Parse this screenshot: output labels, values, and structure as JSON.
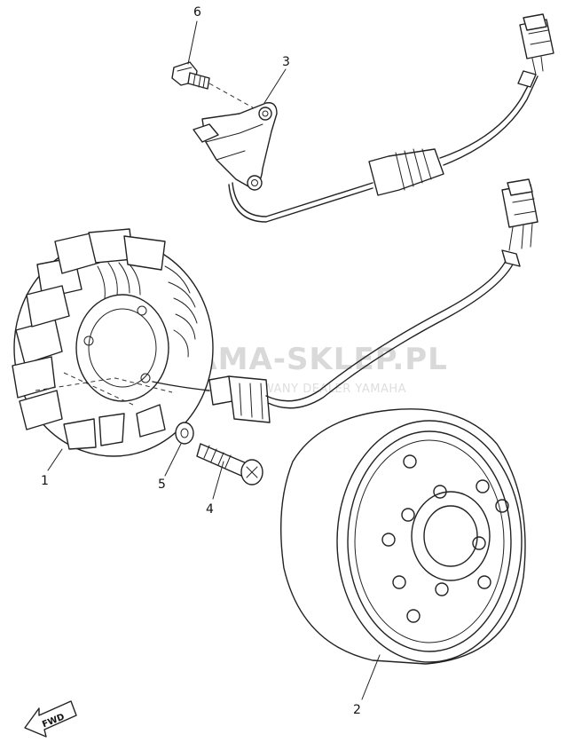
{
  "watermark": {
    "title": "YAMA-SKLEP.PL",
    "subtitle": "AUTORYZOWANY DEALER YAMAHA"
  },
  "callouts": {
    "part_1": "1",
    "part_2": "2",
    "part_3": "3",
    "part_4": "4",
    "part_5": "5",
    "part_6": "6"
  },
  "direction_marker": {
    "label": "FWD"
  },
  "colors": {
    "line": "#222222",
    "watermark_logo": "#f2b8b8",
    "watermark_text": "#d9d9d9"
  }
}
